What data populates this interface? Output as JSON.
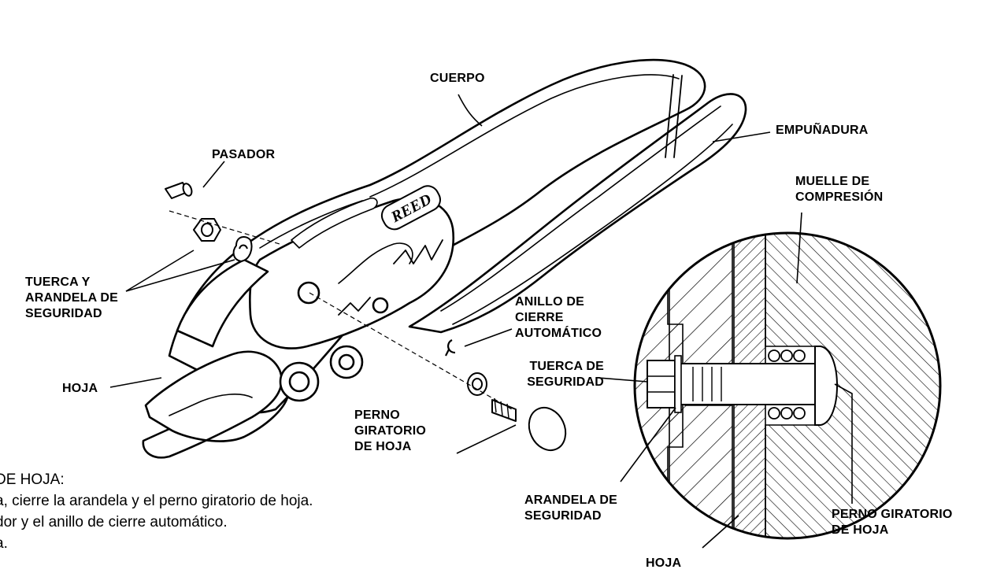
{
  "labels": {
    "cuerpo": "CUERPO",
    "pasador": "PASADOR",
    "empunadura": "EMPUÑADURA",
    "muelle": [
      "MUELLE DE",
      "COMPRESIÓN"
    ],
    "tuerca_arandela": [
      "TUERCA Y",
      "ARANDELA DE",
      "SEGURIDAD"
    ],
    "anillo": [
      "ANILLO DE",
      "CIERRE",
      "AUTOMÁTICO"
    ],
    "tuerca_seguridad": [
      "TUERCA DE",
      "SEGURIDAD"
    ],
    "hoja_left": "HOJA",
    "perno_left": [
      "PERNO",
      "GIRATORIO",
      "DE HOJA"
    ],
    "arandela_seguridad": [
      "ARANDELA DE",
      "SEGURIDAD"
    ],
    "perno_right": [
      "PERNO GIRATORIO",
      "DE HOJA"
    ],
    "hoja_bottom": "HOJA"
  },
  "logo_text": "REED",
  "instructions": [
    "DE HOJA:",
    "a, cierre la arandela y el perno giratorio de hoja.",
    "dor y el anillo de cierre automático.",
    "a."
  ]
}
